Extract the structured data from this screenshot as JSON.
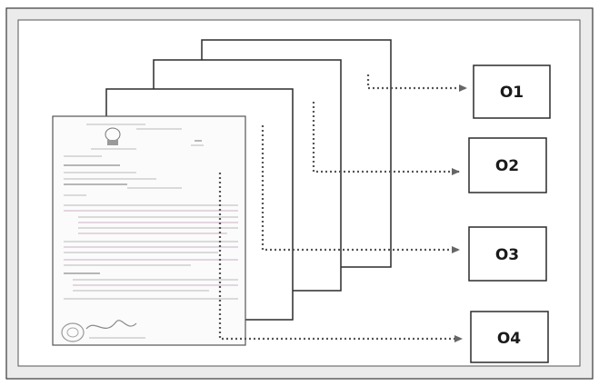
{
  "outputs": [
    {
      "id": "o1",
      "label": "O1"
    },
    {
      "id": "o2",
      "label": "O2"
    },
    {
      "id": "o3",
      "label": "O3"
    },
    {
      "id": "o4",
      "label": "O4"
    }
  ],
  "colors": {
    "outer_background": "#ebebeb",
    "stroke": "#2b2b2b",
    "dotted_arrow": "#555555"
  }
}
